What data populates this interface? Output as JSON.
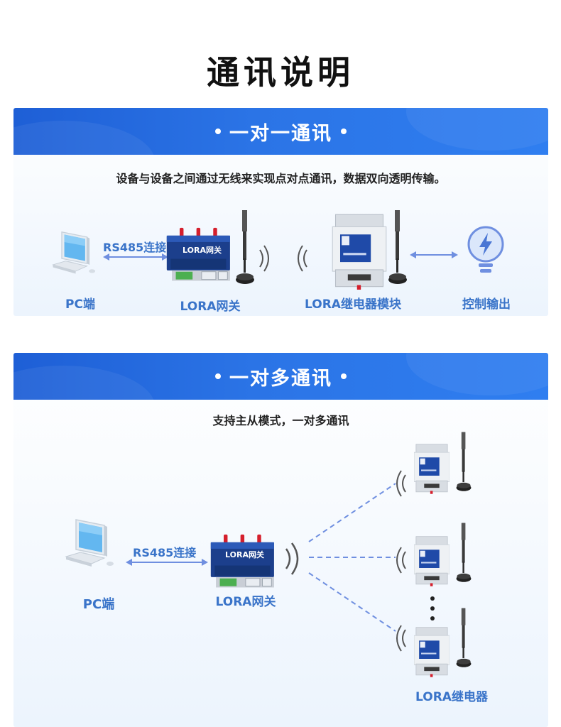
{
  "page_title": "通讯说明",
  "colors": {
    "accent": "#2b6fe0",
    "label": "#3a74c9",
    "link": "#6f8fe0"
  },
  "section1": {
    "heading": "一对一通讯",
    "description": "设备与设备之间通过无线来实现点对点通讯，数据双向透明传输。",
    "link_label": "RS485连接",
    "labels": {
      "pc": "PC端",
      "gateway": "LORA网关",
      "relay": "LORA继电器模块",
      "output": "控制输出"
    },
    "gateway_text": "LORA网关"
  },
  "section2": {
    "heading": "一对多通讯",
    "description": "支持主从模式，一对多通讯",
    "link_label": "RS485连接",
    "labels": {
      "pc": "PC端",
      "gateway": "LORA网关",
      "relay": "LORA继电器"
    },
    "gateway_text": "LORA网关",
    "relay_text": "LORA继电器"
  },
  "icons": [
    "computer-icon",
    "arrow-double-icon",
    "gateway-device",
    "antenna-icon",
    "wifi-signal-icon",
    "relay-device",
    "lightbulb-icon"
  ]
}
